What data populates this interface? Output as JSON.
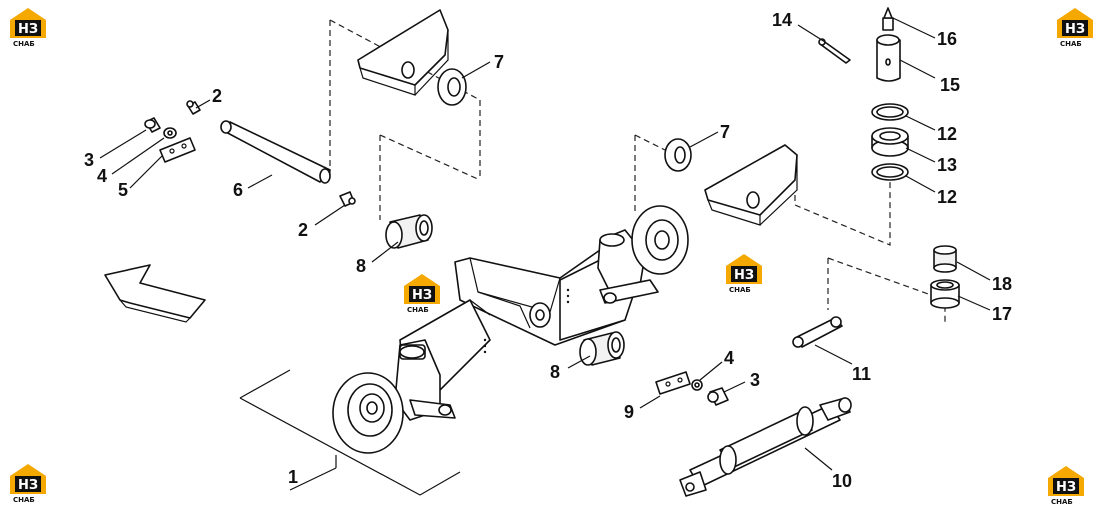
{
  "diagram": {
    "callouts": [
      {
        "id": "c1",
        "text": "1"
      },
      {
        "id": "c2a",
        "text": "2"
      },
      {
        "id": "c2b",
        "text": "2"
      },
      {
        "id": "c3a",
        "text": "3"
      },
      {
        "id": "c3b",
        "text": "3"
      },
      {
        "id": "c4a",
        "text": "4"
      },
      {
        "id": "c4b",
        "text": "4"
      },
      {
        "id": "c5",
        "text": "5"
      },
      {
        "id": "c6",
        "text": "6"
      },
      {
        "id": "c7a",
        "text": "7"
      },
      {
        "id": "c7b",
        "text": "7"
      },
      {
        "id": "c8a",
        "text": "8"
      },
      {
        "id": "c8b",
        "text": "8"
      },
      {
        "id": "c9",
        "text": "9"
      },
      {
        "id": "c10",
        "text": "10"
      },
      {
        "id": "c11",
        "text": "11"
      },
      {
        "id": "c12a",
        "text": "12"
      },
      {
        "id": "c12b",
        "text": "12"
      },
      {
        "id": "c13",
        "text": "13"
      },
      {
        "id": "c14",
        "text": "14"
      },
      {
        "id": "c15",
        "text": "15"
      },
      {
        "id": "c16",
        "text": "16"
      },
      {
        "id": "c17",
        "text": "17"
      },
      {
        "id": "c18",
        "text": "18"
      }
    ],
    "watermark": {
      "top": "НЗ",
      "bottom": "СНАБ",
      "color": "#f5a800"
    }
  }
}
